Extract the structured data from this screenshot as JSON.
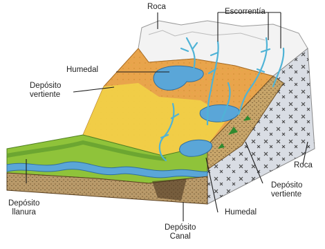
{
  "labels": {
    "roca_top": "Roca",
    "escorrentia": "Escorrentía",
    "humedal_top": "Humedal",
    "deposito_vertiente_left": [
      "Depósito",
      "vertiente"
    ],
    "roca_right": "Roca",
    "deposito_vertiente_right": [
      "Depósito",
      "vertiente"
    ],
    "humedal_bottom": "Humedal",
    "deposito_canal": [
      "Depósito",
      "Canal"
    ],
    "deposito_llanura": [
      "Depósito",
      "llanura"
    ]
  },
  "colors": {
    "rock_top": "#f2f2f2",
    "rock_face": "#d9dde4",
    "orange_slope": "#e9a44c",
    "yellow_slope": "#f2d247",
    "green_plain": "#8fc33a",
    "dark_green": "#5c9a2e",
    "water": "#5aa6d8",
    "water_light": "#9fd3ef",
    "soil_section": "#b99a6a",
    "leader_line": "#1a1a1a"
  }
}
